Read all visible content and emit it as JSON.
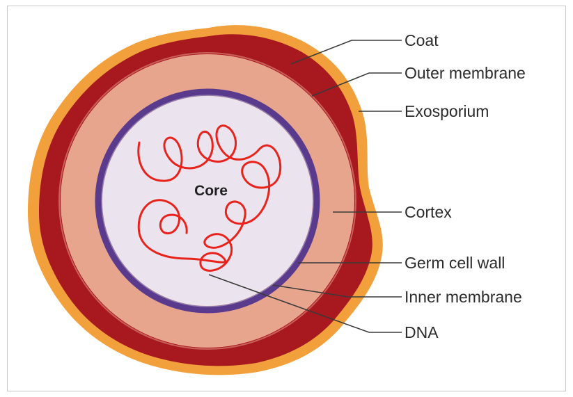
{
  "diagram": {
    "center_label": "Core",
    "labels": {
      "coat": "Coat",
      "outer_membrane": "Outer membrane",
      "exosporium": "Exosporium",
      "cortex": "Cortex",
      "germ_cell_wall": "Germ cell wall",
      "inner_membrane": "Inner membrane",
      "dna": "DNA"
    },
    "colors": {
      "exosporium": "#f2a03c",
      "coat": "#a8181f",
      "cortex": "#e8a58e",
      "germ_cell_wall": "#5a3a8c",
      "core": "#ebe4ee",
      "dna": "#e8231c",
      "leader_line": "#3a3a3a"
    }
  }
}
